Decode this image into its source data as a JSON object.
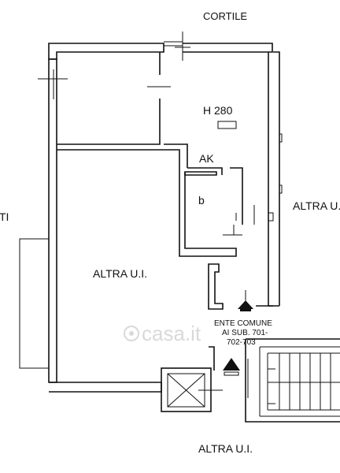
{
  "labels": {
    "top": "CORTILE",
    "height": "H 280",
    "ak": "AK",
    "bath": "b",
    "right_unit": "ALTRA U.I.",
    "left_unit": "ALTRA U.I.",
    "left_edge": "TI",
    "bottom_unit": "ALTRA U.I.",
    "ente_line1": "ENTE COMUNE",
    "ente_line2": "AI SUB. 701-",
    "ente_line3": "702-703"
  },
  "watermark": "casa.it",
  "colors": {
    "line": "#111111",
    "watermark": "#d9d9d9",
    "background": "#ffffff"
  },
  "icons": [
    "entrance-marker-icon",
    "elevator-icon",
    "casa-logo-icon"
  ]
}
